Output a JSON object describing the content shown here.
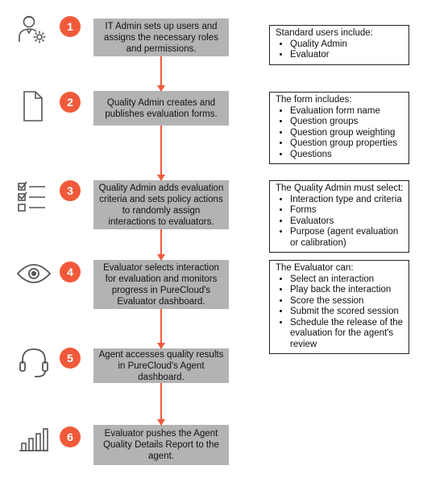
{
  "accent_color": "#f05a3a",
  "box_color": "#b3b3b3",
  "steps": [
    {
      "number": "1",
      "icon": "admin-gear-icon",
      "text": "IT Admin sets up users and assigns the necessary roles and permissions."
    },
    {
      "number": "2",
      "icon": "document-icon",
      "text": "Quality Admin creates and publishes evaluation forms."
    },
    {
      "number": "3",
      "icon": "checklist-icon",
      "text": "Quality Admin adds evaluation criteria and sets policy actions to randomly assign interactions to evaluators."
    },
    {
      "number": "4",
      "icon": "eye-icon",
      "text": "Evaluator selects interaction for evaluation and monitors progress in PureCloud's Evaluator dashboard."
    },
    {
      "number": "5",
      "icon": "headset-icon",
      "text": "Agent accesses quality results in PureCloud's Agent dashboard."
    },
    {
      "number": "6",
      "icon": "bar-chart-icon",
      "text": "Evaluator pushes the Agent Quality Details Report to the agent."
    }
  ],
  "notes": [
    {
      "heading": "Standard users include:",
      "items": [
        "Quality Admin",
        "Evaluator"
      ]
    },
    {
      "heading": "The form includes:",
      "items": [
        "Evaluation form name",
        "Question groups",
        "Question group weighting",
        "Question group properties",
        "Questions"
      ]
    },
    {
      "heading": "The Quality Admin must select:",
      "items": [
        "Interaction type and criteria",
        "Forms",
        "Evaluators",
        "Purpose (agent evaluation or calibration)"
      ]
    },
    {
      "heading": "The Evaluator can:",
      "items": [
        "Select an interaction",
        "Play back the interaction",
        "Score the session",
        "Submit the scored session",
        "Schedule the release of the evaluation for the agent's review"
      ]
    }
  ]
}
